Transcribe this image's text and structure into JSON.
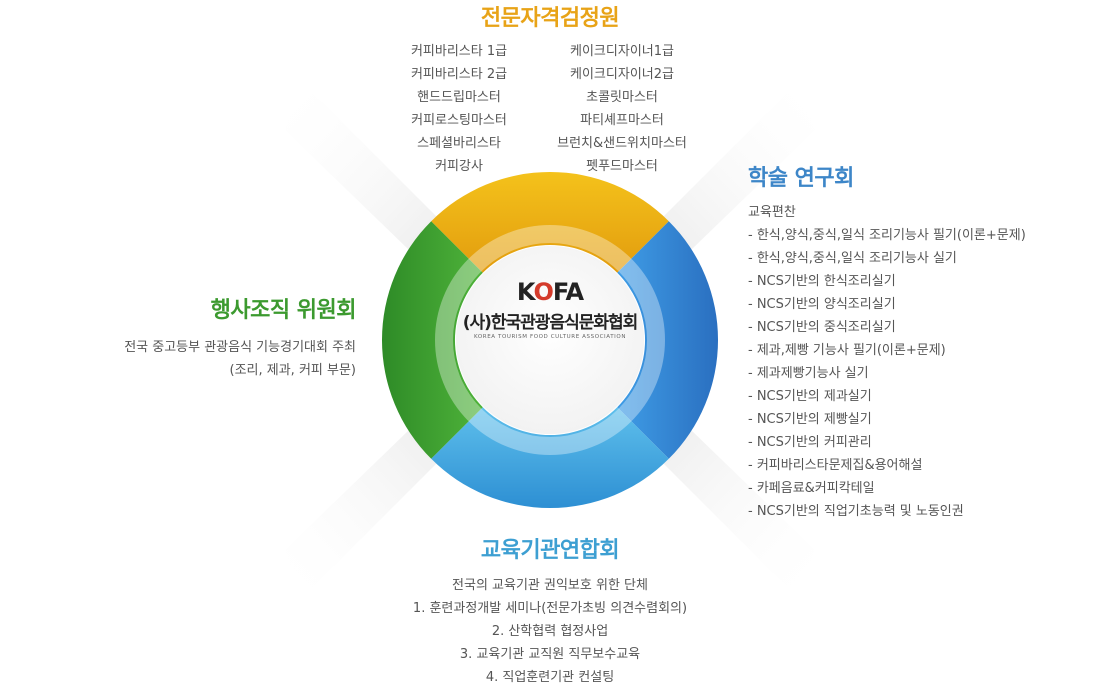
{
  "center": {
    "logo_text": "KOFA",
    "name": "(사)한국관광음식문화협회",
    "name_en": "KOREA TOURISM FOOD CULTURE ASSOCIATION"
  },
  "top": {
    "title": "전문자격검정원",
    "left_items": [
      "커피바리스타 1급",
      "커피바리스타 2급",
      "핸드드립마스터",
      "커피로스팅마스터",
      "스페셜바리스타",
      "커피강사"
    ],
    "right_items": [
      "케이크디자이너1급",
      "케이크디자이너2급",
      "초콜릿마스터",
      "파티셰프마스터",
      "브런치&샌드위치마스터",
      "펫푸드마스터"
    ]
  },
  "right": {
    "title": "학술 연구회",
    "items": [
      "교육편찬",
      "- 한식,양식,중식,일식 조리기능사 필기(이론+문제)",
      "- 한식,양식,중식,일식 조리기능사 실기",
      "- NCS기반의 한식조리실기",
      "- NCS기반의 양식조리실기",
      "- NCS기반의 중식조리실기",
      "- 제과,제빵 기능사 필기(이론+문제)",
      "- 제과제빵기능사 실기",
      "- NCS기반의 제과실기",
      "- NCS기반의 제빵실기",
      "- NCS기반의 커피관리",
      "- 커피바리스타문제집&용어해설",
      "- 카페음료&커피칵테일",
      "- NCS기반의 직업기초능력 및 노동인권"
    ]
  },
  "left": {
    "title": "행사조직 위원회",
    "items": [
      "전국 중고등부 관광음식 기능경기대회 주최",
      "(조리, 제과, 커피 부문)"
    ]
  },
  "bottom": {
    "title": "교육기관연합회",
    "items": [
      "전국의 교육기관 권익보호 위한 단체",
      "1. 훈련과정개발 세미나(전문가초빙 의견수렴회의)",
      "2. 산학협력 협정사업",
      "3. 교육기관 교직원 직무보수교육",
      "4. 직업훈련기관 컨설팅"
    ]
  },
  "colors": {
    "top": "#e8a317",
    "right": "#3d86c8",
    "left": "#3c9a2f",
    "bottom": "#3d9fd2"
  }
}
